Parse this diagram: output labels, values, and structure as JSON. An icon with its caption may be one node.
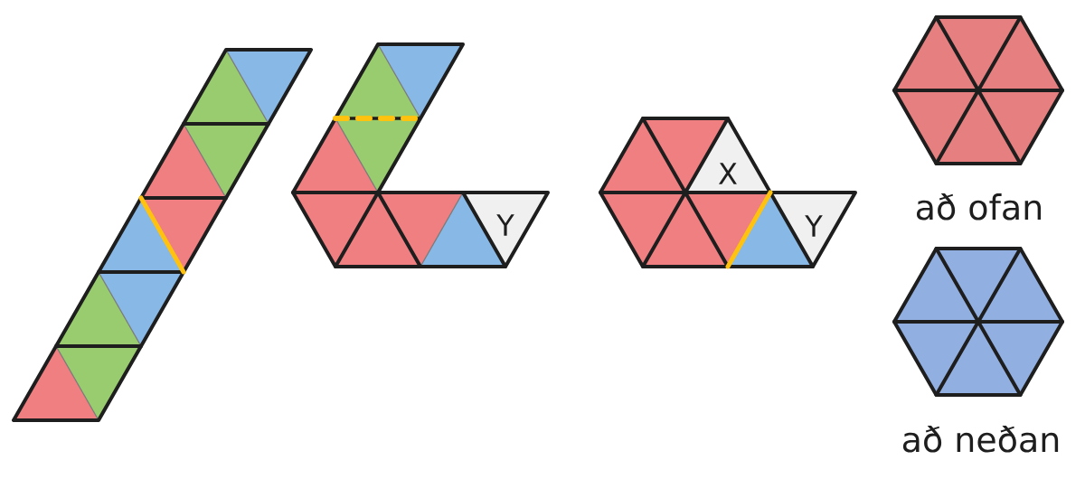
{
  "diagram": {
    "labels": [
      "Y",
      "X",
      "Y",
      "að ofan",
      "að neðan"
    ]
  }
}
